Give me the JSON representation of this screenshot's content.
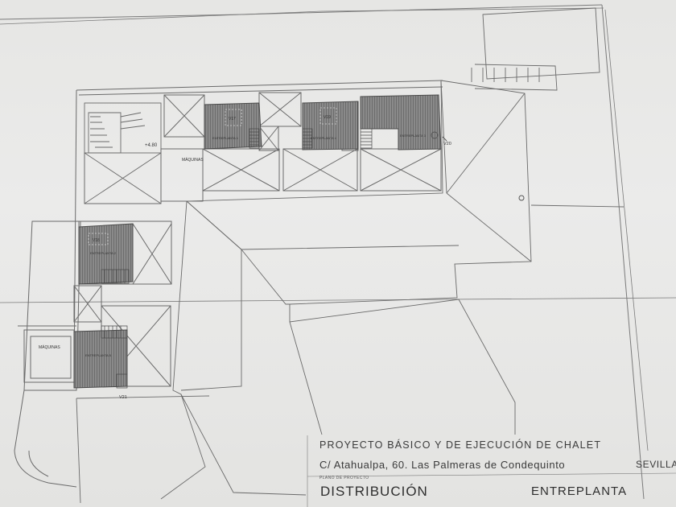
{
  "title_block": {
    "project": "PROYECTO BÁSICO Y DE EJECUCIÓN DE CHALET",
    "address": "C/ Atahualpa, 60. Las Palmeras de Condequinto",
    "city": "SEVILLA",
    "plan_label": "PLANO DE PROYECTO",
    "plan_name": "DISTRIBUCIÓN",
    "floor": "ENTREPLANTA"
  },
  "plan_labels": {
    "maquinas_top": "MÁQUINAS",
    "maquinas_bottom": "MÁQUINAS",
    "level": "+4.80",
    "v20": "V20",
    "v21": "V21",
    "v17": "V17",
    "v18": "V18",
    "v19": "V19",
    "mezz_1": "ENTREPLANTA 1",
    "mezz_2": "ENTREPLANTA 2",
    "mezz_3": "ENTREPLANTA 3",
    "mezz_4": "ENTREPLANTA 4",
    "mezz_5": "ENTREPLANTA 5"
  },
  "colors": {
    "line": "#6a6a6a",
    "hatch": "#5a5a5a",
    "paper": "#e8e8e6"
  }
}
